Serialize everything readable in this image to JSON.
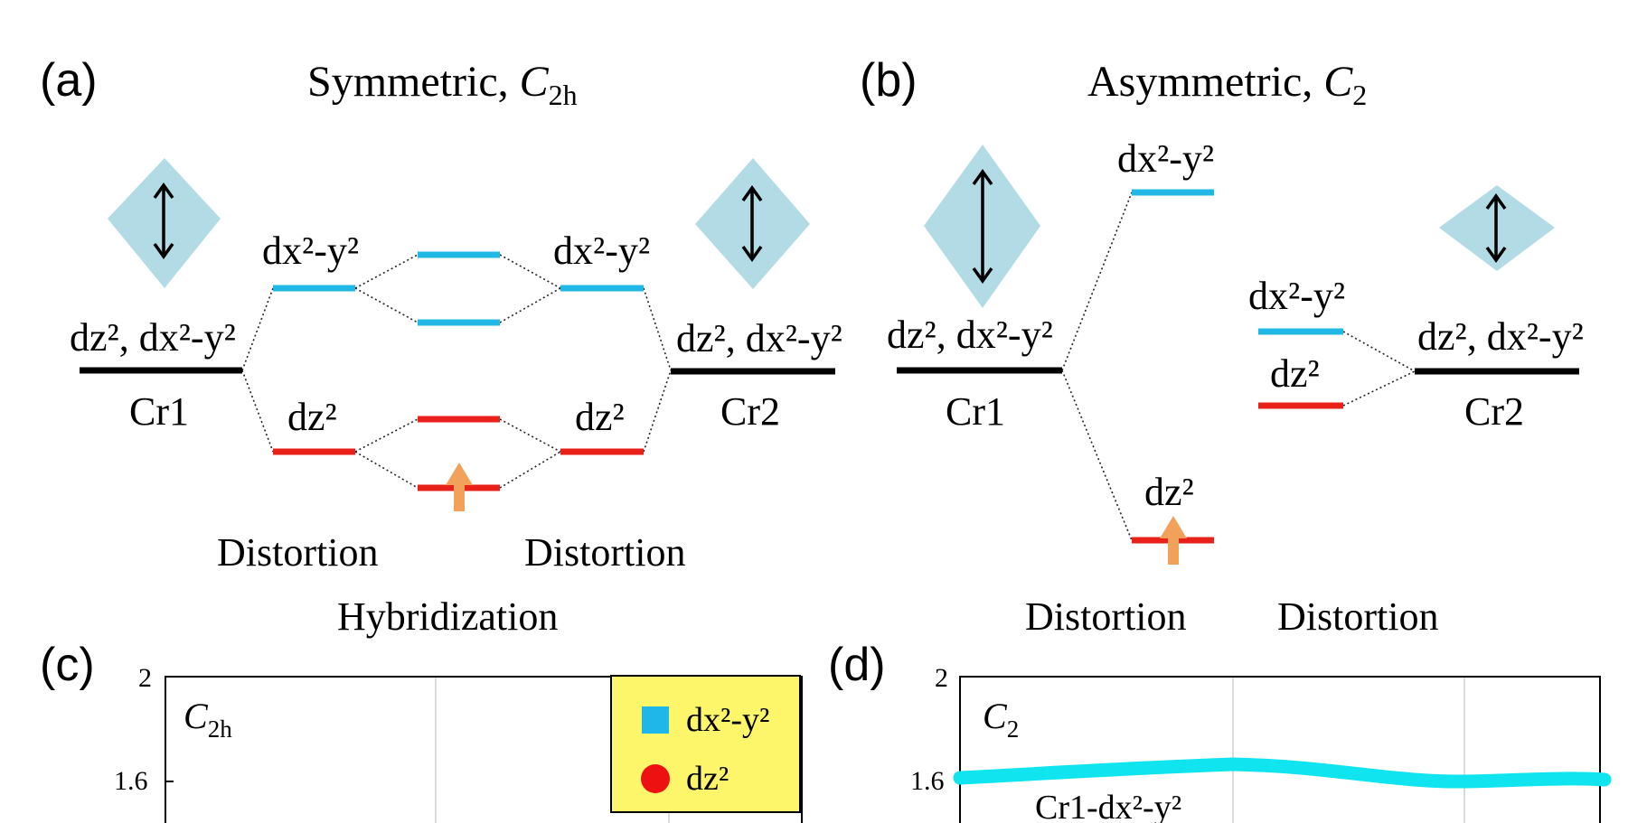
{
  "panel_a": {
    "tag": "(a)",
    "title": "Symmetric, ",
    "title_sym": "C",
    "title_sub": "2h",
    "left_site": "Cr1",
    "right_site": "Cr2",
    "left_degenerate": "dz², dx²-y²",
    "right_degenerate": "dz², dx²-y²",
    "left_upper": "dx²-y²",
    "left_lower": "dz²",
    "right_upper": "dx²-y²",
    "right_lower": "dz²",
    "step_left": "Distortion",
    "step_right": "Distortion",
    "step_center": "Hybridization"
  },
  "panel_b": {
    "tag": "(b)",
    "title": "Asymmetric, ",
    "title_sym": "C",
    "title_sub": "2",
    "left_site": "Cr1",
    "right_site": "Cr2",
    "left_degenerate": "dz², dx²-y²",
    "right_degenerate": "dz², dx²-y²",
    "high_level": "dx²-y²",
    "low_level": "dz²",
    "right_upper": "dx²-y²",
    "right_lower": "dz²",
    "step_left": "Distortion",
    "step_right": "Distortion"
  },
  "panel_c": {
    "tag": "(c)",
    "y_ticks": [
      "2",
      "1.6"
    ],
    "label_sym": "C",
    "label_sub": "2h",
    "legend": [
      {
        "label": "dx²-y²",
        "marker": "square",
        "color": "#1fb7ea"
      },
      {
        "label": "dz²",
        "marker": "circle",
        "color": "#ee1111"
      }
    ],
    "legend_bg": "#fdf66a"
  },
  "panel_d": {
    "tag": "(d)",
    "y_ticks": [
      "2",
      "1.6"
    ],
    "label_sym": "C",
    "label_sub": "2",
    "series_label": "Cr1-dx²-y²",
    "series_color": "#10e4ee"
  },
  "colors": {
    "cyan_level": "#22b8e6",
    "red_level": "#e8211a",
    "diamond": "#b3dbe6",
    "spin_arrow": "#f2a15a"
  }
}
